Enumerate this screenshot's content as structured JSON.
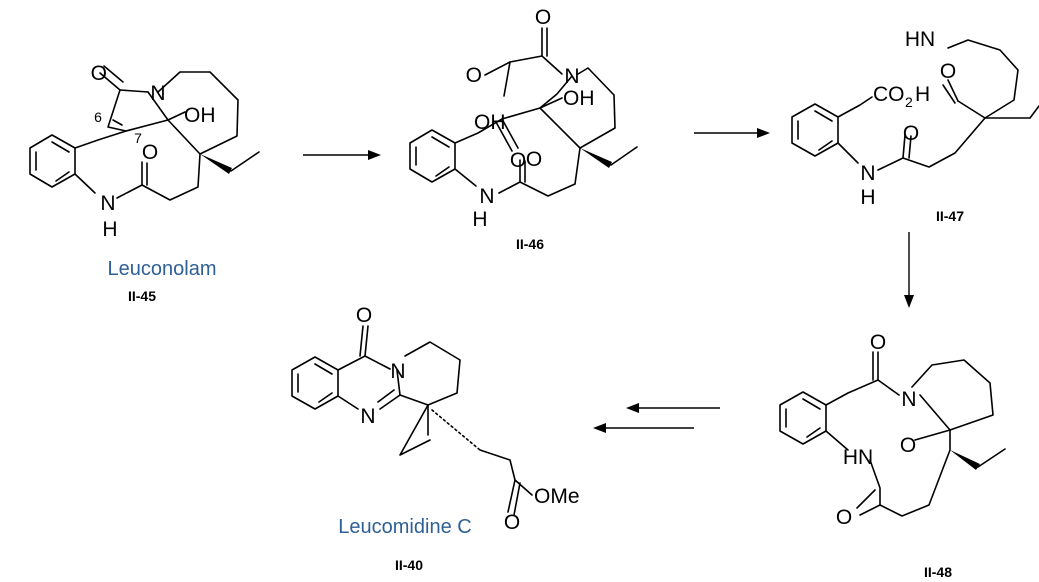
{
  "compounds": {
    "c45": {
      "name": "Leuconolam",
      "label": "II-45",
      "name_color": "#2e5f95"
    },
    "c46": {
      "label": "II-46"
    },
    "c47": {
      "label": "II-47"
    },
    "c48": {
      "label": "II-48"
    },
    "c40": {
      "name": "Leucomidine C",
      "label": "II-40",
      "name_color": "#2e5f95"
    }
  },
  "atoms": {
    "O": "O",
    "N": "N",
    "OH": "OH",
    "H": "H",
    "HN": "HN",
    "HN2": "HN",
    "CO2H_CO": "CO",
    "CO2H_2": "2",
    "CO2H_H": "H",
    "OMe": "OMe",
    "locant6": "6",
    "locant7": "7"
  }
}
